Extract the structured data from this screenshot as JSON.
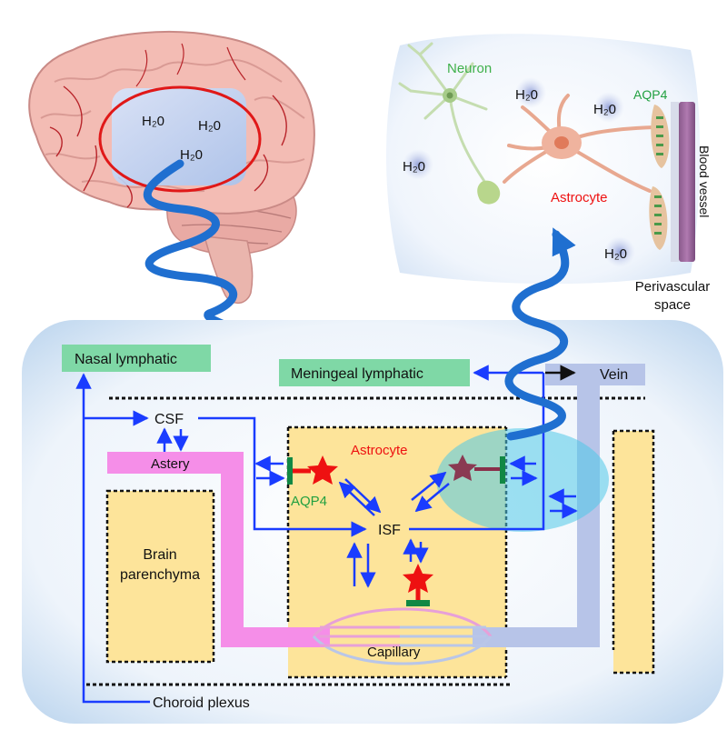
{
  "brain": {
    "water_1": "H₂0",
    "water_2": "H₂0",
    "water_3": "H₂0"
  },
  "inset": {
    "neuron": "Neuron",
    "astrocyte": "Astrocyte",
    "aqp4": "AQP4",
    "blood_vessel": "Blood vessel",
    "perivascular_1": "Perivascular",
    "perivascular_2": "space",
    "water_1": "H₂0",
    "water_2": "H₂0",
    "water_3": "H₂0",
    "water_4": "H₂0"
  },
  "system": {
    "nasal_lymphatic": "Nasal lymphatic",
    "meningeal_lymphatic": "Meningeal lymphatic",
    "vein": "Vein",
    "csf": "CSF",
    "astery": "Astery",
    "astrocyte": "Astrocyte",
    "aqp4": "AQP4",
    "isf": "ISF",
    "brain_parenchyma_1": "Brain",
    "brain_parenchyma_2": "parenchyma",
    "capillary": "Capillary",
    "choroid_plexus": "Choroid plexus"
  },
  "colors": {
    "flow_arrow": "#1a3cff",
    "wave_arrow": "#1f6fd0",
    "artery": "#f58ee8",
    "vein": "#b7c4e8",
    "parenchyma": "#fde49a",
    "lymphatic": "#7fd8a6",
    "astrocyte_label": "#ee1111",
    "aqp4_label": "#22a040",
    "astrocyte_star": "#ee1111",
    "aqp4_bar": "#118844"
  }
}
